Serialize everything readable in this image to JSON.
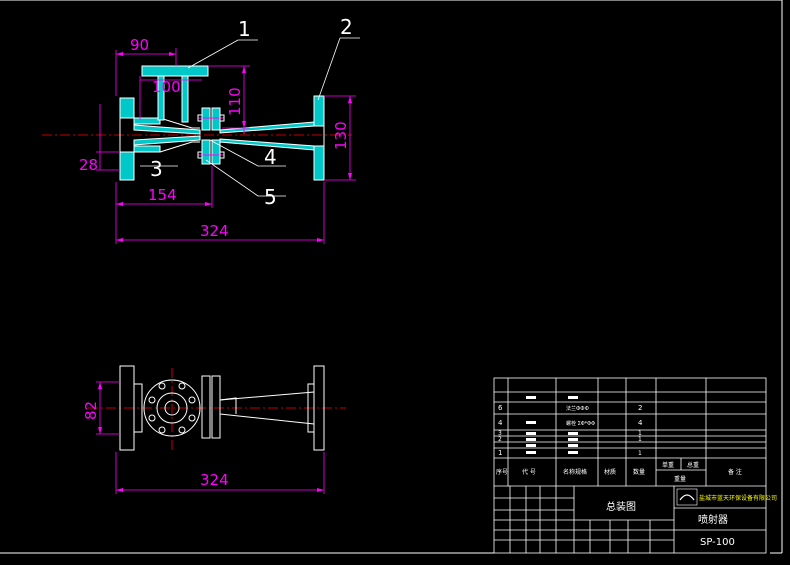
{
  "colors": {
    "background": "#000000",
    "outline": "#ffffff",
    "section_fill": "#00c8c8",
    "dimension": "#ff00ff",
    "center_line": "#ff0000",
    "title_block_text": "#ffffff"
  },
  "front_view": {
    "dims": {
      "width_90": "90",
      "dia_100": "100",
      "height_110": "110",
      "height_130": "130",
      "height_28": "28",
      "length_154": "154",
      "length_324": "324"
    },
    "balloons": {
      "b1": "1",
      "b2": "2",
      "b3": "3",
      "b4": "4",
      "b5": "5"
    }
  },
  "plan_view": {
    "dims": {
      "height_82": "82",
      "length_324": "324"
    }
  },
  "title_block": {
    "rows": [
      {
        "no": "6",
        "desc": "法兰ФФФ",
        "qty": "2"
      },
      {
        "no": "4",
        "desc": "螺栓 ΣΦ*ΦΦ",
        "qty": "4"
      },
      {
        "no": "3",
        "desc": "",
        "qty": "1"
      },
      {
        "no": "2",
        "desc": "",
        "qty": "1"
      },
      {
        "no": "1",
        "desc": "",
        "qty": "1"
      }
    ],
    "header": {
      "seq": "序号",
      "code": "代 号",
      "name": "名称规格",
      "material": "材质",
      "qty": "数量",
      "unit_weight": "单重",
      "total_weight": "总重",
      "weight": "重量",
      "remarks": "备 注"
    },
    "drawing_name": "总装图",
    "company": "盐城市蓝天环保设备有限公司",
    "product_name": "喷射器",
    "drawing_code": "SP-100"
  }
}
